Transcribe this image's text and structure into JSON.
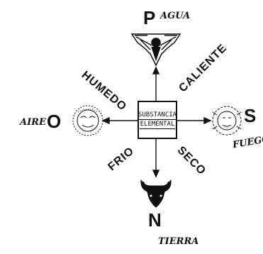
{
  "diagram": {
    "center": {
      "line1": "SUBSTANCIA",
      "line2": "ELEMENTAL"
    },
    "north": {
      "letter": "P",
      "name": "AGUA"
    },
    "south": {
      "letter": "N",
      "name": "TIERRA"
    },
    "west": {
      "letter": "O",
      "name": "AIRE"
    },
    "east": {
      "letter": "S",
      "name": "FUEGO"
    },
    "qualities": {
      "upper_left": "HUMEDO",
      "upper_right": "CALIENTE",
      "lower_left": "FRIO",
      "lower_right": "SECO"
    },
    "colors": {
      "ink": "#111111",
      "paper": "#ffffff"
    }
  }
}
